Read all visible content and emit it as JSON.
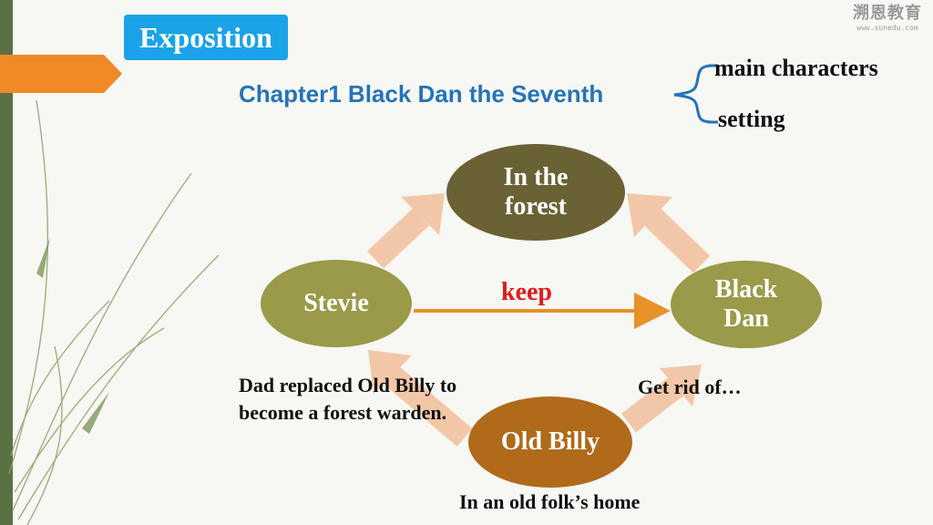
{
  "header": {
    "section_label": "Exposition",
    "logo_text": "溯恩教育",
    "logo_url": "www.sunedu.com"
  },
  "chapter_title": "Chapter1 Black Dan the Seventh",
  "branches": [
    "main characters",
    "setting"
  ],
  "nodes": {
    "forest": "In the forest",
    "stevie": "Stevie",
    "black_dan": "Black Dan",
    "old_billy": "Old Billy"
  },
  "relation_label": "keep",
  "notes": {
    "dad": "Dad replaced Old Billy to become a forest warden.",
    "get_rid": "Get rid of…",
    "folks_home": "In an old folk’s home"
  },
  "colors": {
    "accent_blue": "#1aa3e8",
    "title_blue": "#2474b8",
    "forest_node": "#6a6234",
    "olive_node": "#9b9a49",
    "billy_node": "#b06a1a",
    "arrow_peach": "#f2c7a8",
    "keep_red": "#e21b1b",
    "keep_arrow": "#e8912a"
  }
}
